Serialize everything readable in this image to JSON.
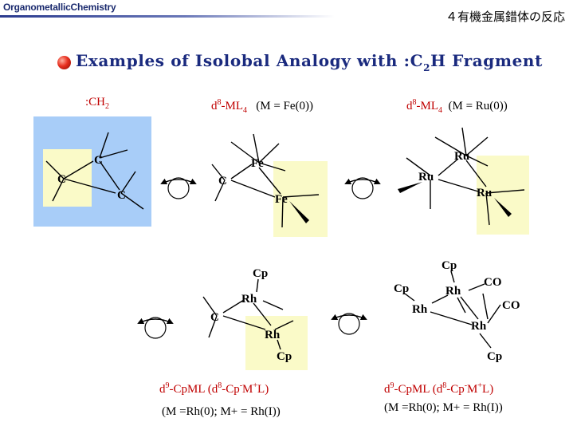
{
  "header": {
    "course": "OrganometallicChemistry",
    "chapter": "４有機金属錯体の反応"
  },
  "title": {
    "prefix": "Examples of Isolobal Analogy with :C",
    "subscript": "2",
    "suffix": "H Fragment"
  },
  "labels": {
    "ch2": {
      "main": ":CH",
      "sub": "2"
    },
    "fe_pre": "d",
    "fe_sup": "8",
    "fe_mid": "-ML",
    "fe_sub": "4",
    "fe_paren": "(M = Fe(0))",
    "ru_pre": "d",
    "ru_sup": "8",
    "ru_mid": "-ML",
    "ru_sub": "4",
    "ru_paren": "(M = Ru(0))",
    "rh1_a": "d",
    "rh1_sup1": "9",
    "rh1_b": "-CpML (d",
    "rh1_sup2": "8",
    "rh1_c": "-Cp",
    "rh1_sup3": "-",
    "rh1_d": "M",
    "rh1_sup4": "+",
    "rh1_e": "L)",
    "rh1_paren": "(M =Rh(0); M+ = Rh(I))",
    "rh2_a": "d",
    "rh2_sup1": "9",
    "rh2_b": "-CpML (d",
    "rh2_sup2": "8",
    "rh2_c": "-Cp",
    "rh2_sup3": "-",
    "rh2_d": "M",
    "rh2_sup4": "+",
    "rh2_e": "L)",
    "rh2_paren": "(M =Rh(0); M+ = Rh(I))"
  },
  "atoms": {
    "c": "C",
    "fe": "Fe",
    "ru": "Ru",
    "rh": "Rh",
    "cp": "Cp",
    "co": "CO"
  },
  "colors": {
    "title": "#1a2a7e",
    "label_red": "#c00000",
    "highlight_blue": "#a8cdf8",
    "highlight_yellow": "#fafac8"
  }
}
